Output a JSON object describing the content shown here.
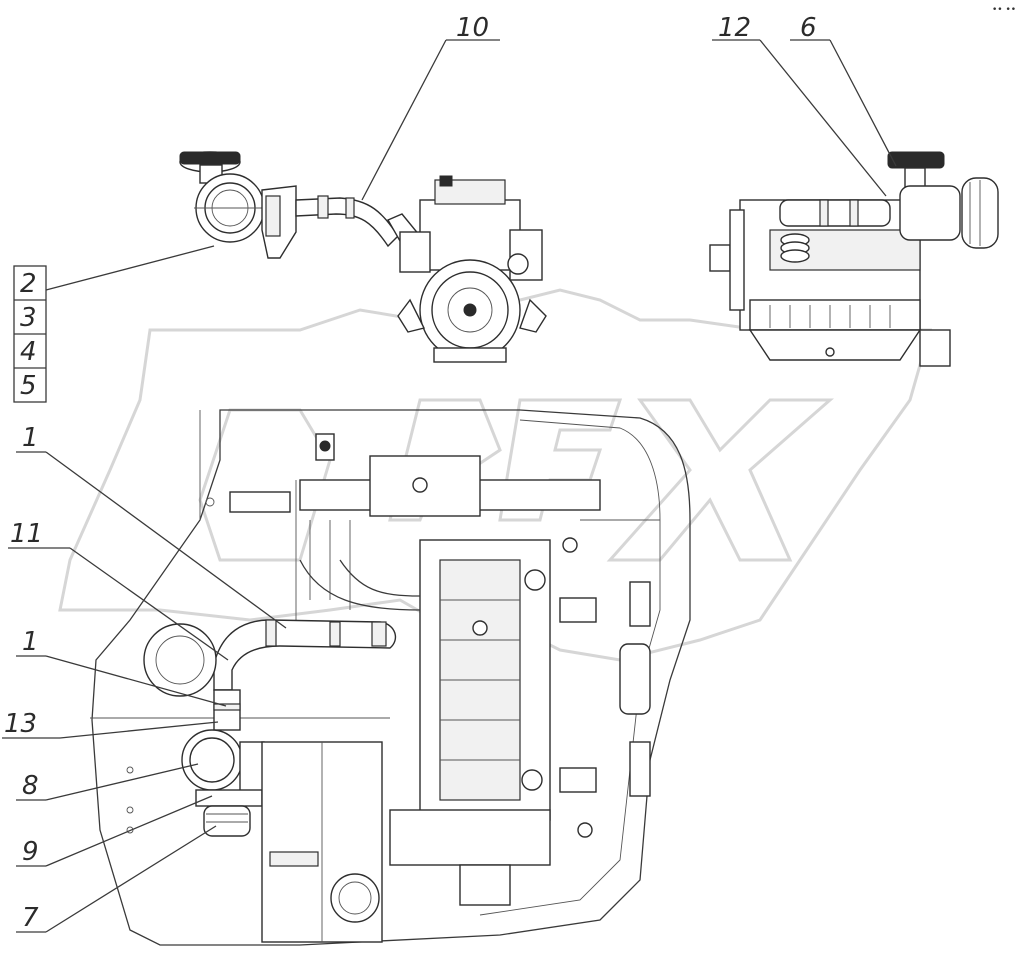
{
  "corner_mark": "•• •••",
  "watermark": "OPEX",
  "callouts": {
    "c10": "10",
    "c12": "12",
    "c6": "6",
    "c2": "2",
    "c3": "3",
    "c4": "4",
    "c5": "5",
    "c1a": "1",
    "c11": "11",
    "c1b": "1",
    "c13": "13",
    "c8": "8",
    "c9": "9",
    "c7": "7"
  }
}
